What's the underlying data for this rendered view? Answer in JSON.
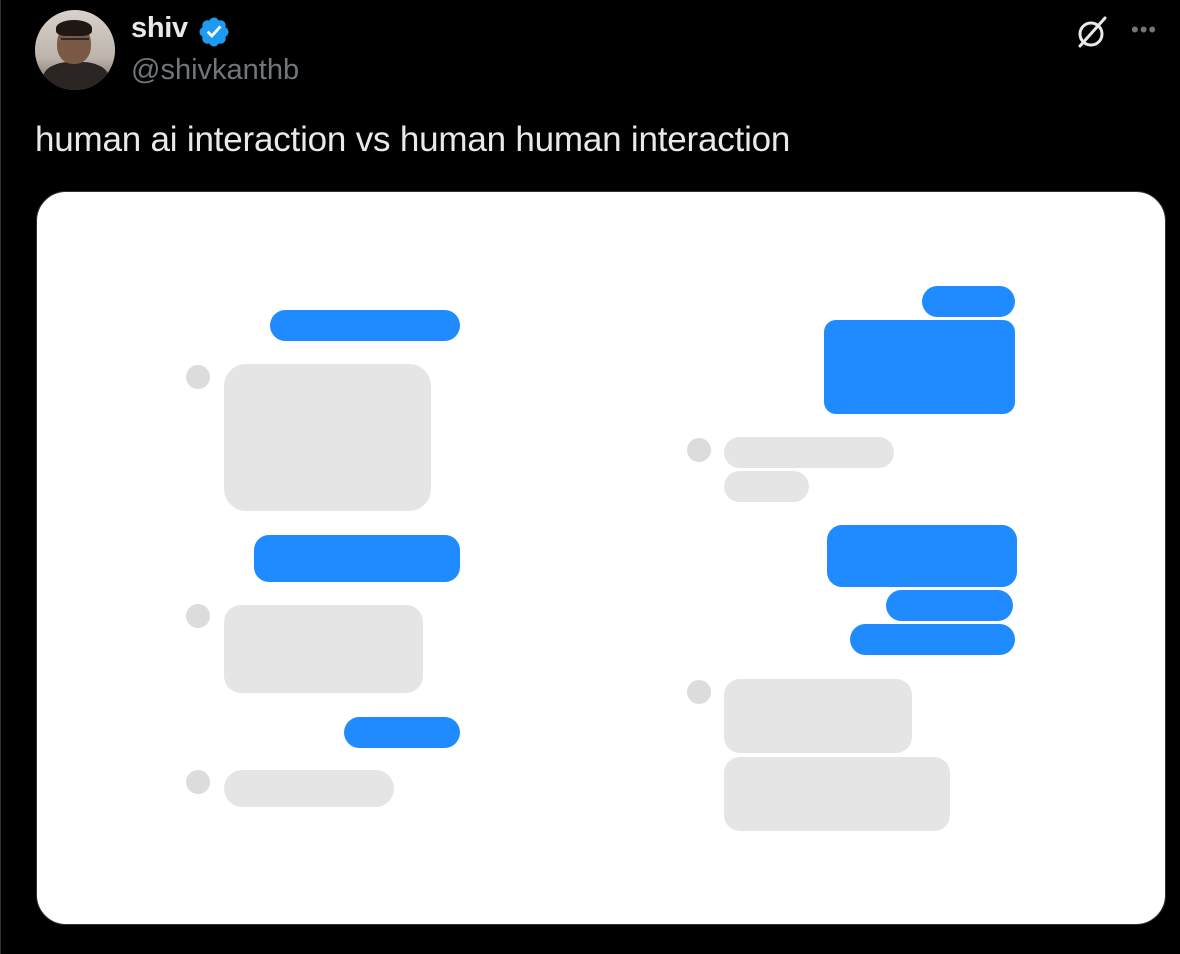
{
  "author": {
    "name": "shiv",
    "handle": "@shivkanthb",
    "verified_color": "#1d9bf0"
  },
  "post": {
    "text": "human ai interaction vs human human interaction"
  },
  "icons": {
    "verified": "verified-badge-icon",
    "grok": "grok-icon",
    "more": "more-options-icon"
  },
  "colors": {
    "user_bubble": "#1f8bff",
    "reply_bubble": "#e5e5e5",
    "avatar_dot": "#dcdcdc"
  }
}
